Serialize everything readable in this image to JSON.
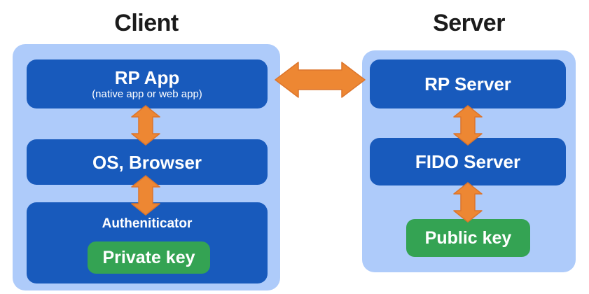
{
  "colors": {
    "canvas_bg": "#FFFFFF",
    "container_bg": "#AECBFA",
    "box_bg": "#185ABC",
    "key_bg": "#34A353",
    "arrow_fill": "#ED8733",
    "arrow_stroke": "#DC752C",
    "title_text": "#1B1B1B",
    "box_text": "#FFFFFF"
  },
  "client": {
    "title": "Client",
    "rp_app": {
      "label": "RP App",
      "sublabel": "(native app or web app)"
    },
    "os_browser": {
      "label": "OS, Browser"
    },
    "authenticator": {
      "label": "Autheniticator"
    },
    "private_key": {
      "label": "Private key"
    }
  },
  "server": {
    "title": "Server",
    "rp_server": {
      "label": "RP Server"
    },
    "fido_server": {
      "label": "FIDO Server"
    },
    "public_key": {
      "label": "Public key"
    }
  },
  "icons": {
    "horizontal_connector": "double-headed-arrow-horizontal",
    "vertical_connector": "double-headed-arrow-vertical"
  }
}
